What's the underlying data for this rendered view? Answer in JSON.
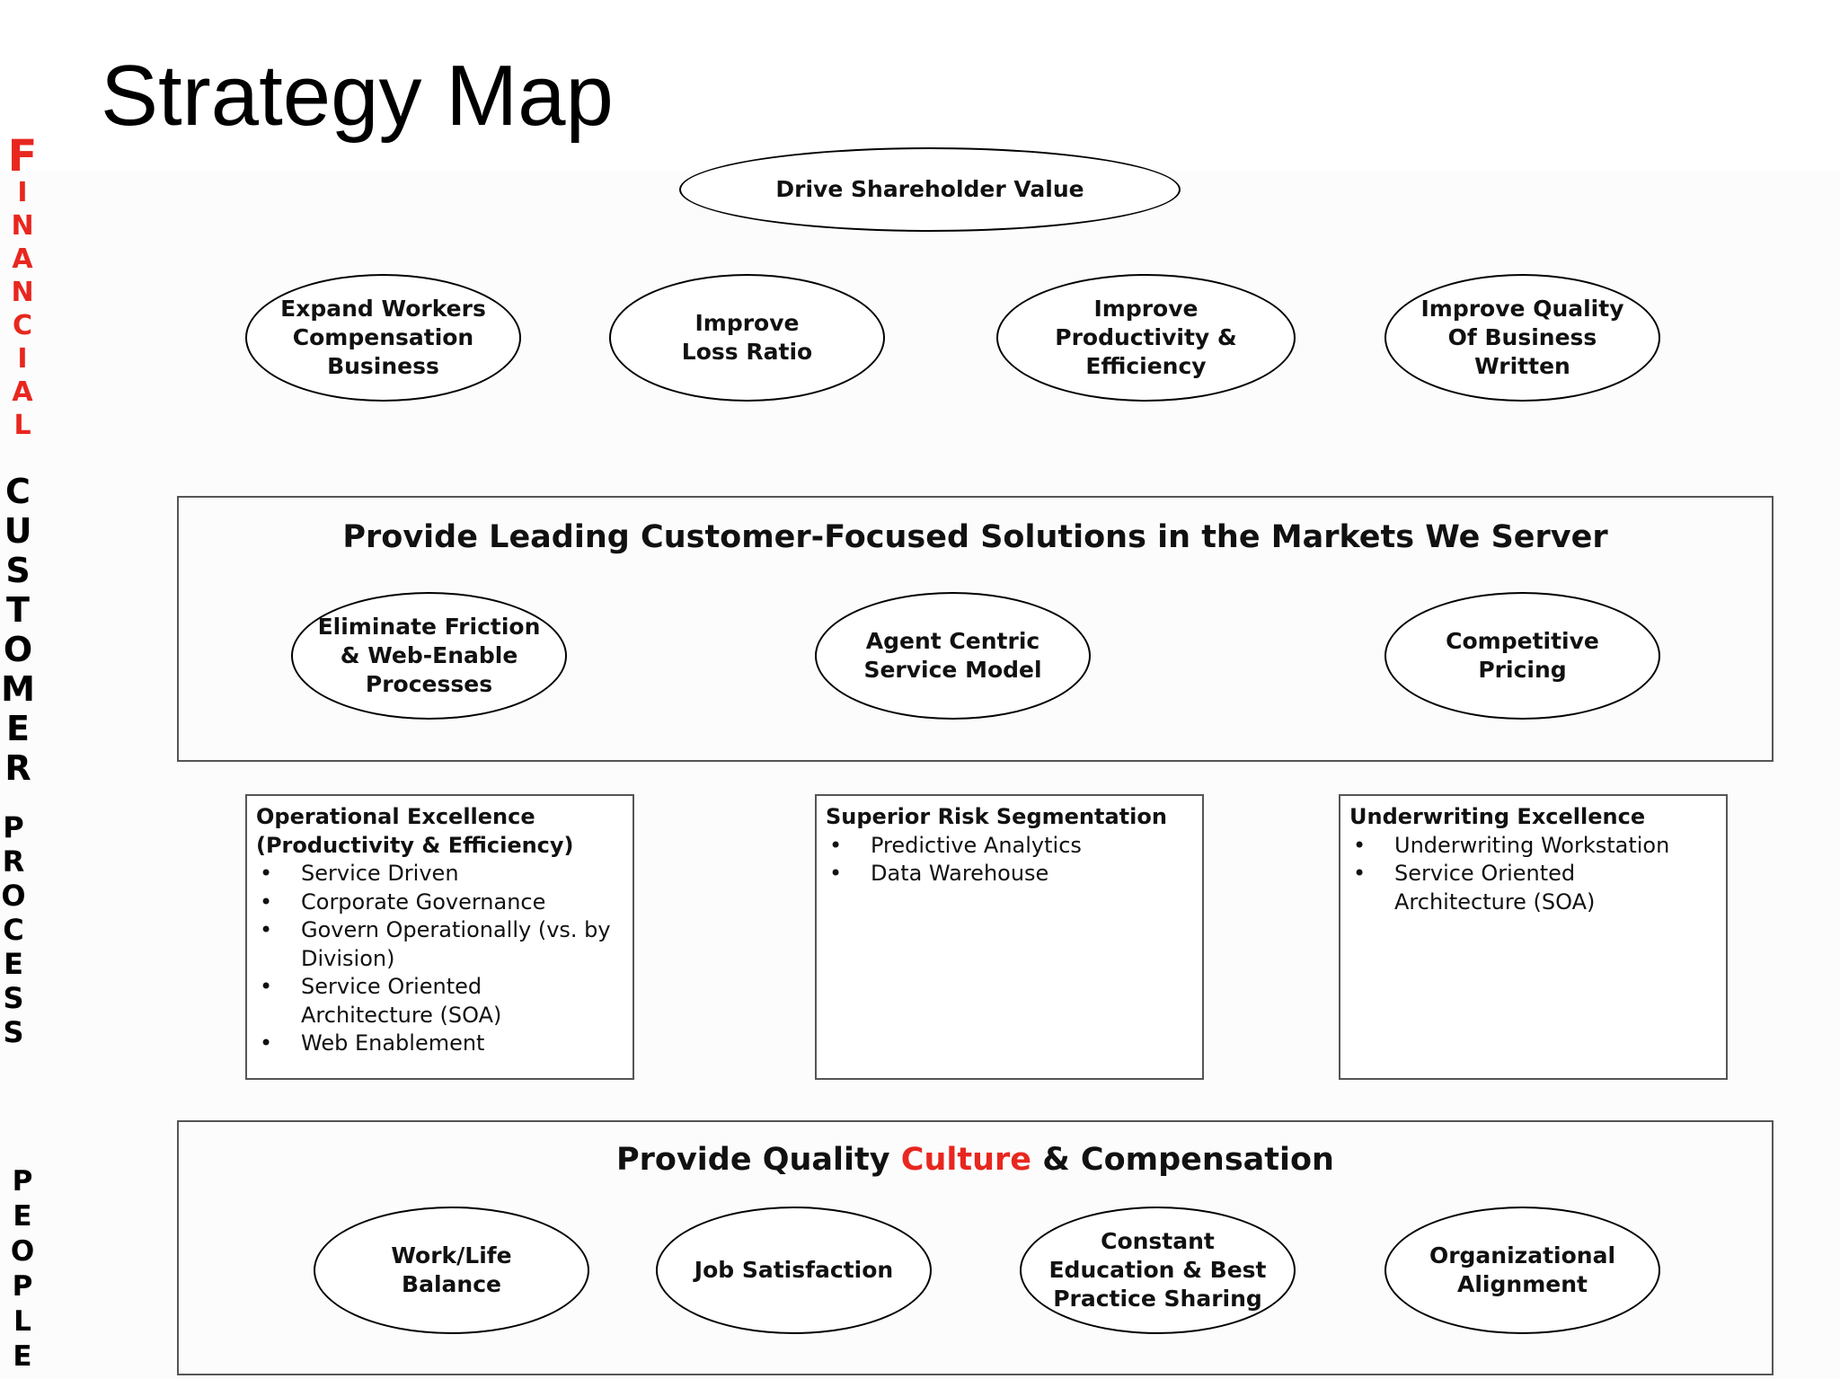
{
  "title": "Strategy Map",
  "sidebar": {
    "financial": [
      "F",
      "I",
      "N",
      "A",
      "N",
      "C",
      "I",
      "A",
      "L"
    ],
    "customer": [
      "C",
      "U",
      "S",
      "T",
      "O",
      "M",
      "E",
      "R"
    ],
    "process": [
      "P",
      "R",
      "O",
      "C",
      "E",
      "S",
      "S"
    ],
    "people": [
      "P",
      "E",
      "O",
      "P",
      "L",
      "E"
    ]
  },
  "financial": {
    "top": "Drive Shareholder Value",
    "objectives": [
      "Expand Workers\nCompensation\nBusiness",
      "Improve\nLoss Ratio",
      "Improve\nProductivity &\nEfficiency",
      "Improve Quality\nOf Business\nWritten"
    ]
  },
  "customer": {
    "heading": "Provide Leading Customer-Focused Solutions in the Markets We Server",
    "objectives": [
      "Eliminate Friction\n& Web-Enable\nProcesses",
      "Agent Centric\nService Model",
      "Competitive\nPricing"
    ]
  },
  "process": {
    "boxes": [
      {
        "title": "Operational Excellence\n(Productivity & Efficiency)",
        "items": [
          "Service Driven",
          "Corporate Governance",
          "Govern Operationally (vs. by\nDivision)",
          "Service Oriented\nArchitecture (SOA)",
          "Web Enablement"
        ]
      },
      {
        "title": "Superior Risk Segmentation",
        "items": [
          "Predictive Analytics",
          "Data Warehouse"
        ]
      },
      {
        "title": "Underwriting Excellence",
        "items": [
          "Underwriting Workstation",
          "Service Oriented\nArchitecture (SOA)"
        ]
      }
    ]
  },
  "people": {
    "heading_before": "Provide Quality ",
    "heading_accent": "Culture",
    "heading_after": " & Compensation",
    "objectives": [
      "Work/Life\nBalance",
      "Job Satisfaction",
      "Constant\nEducation & Best\nPractice Sharing",
      "Organizational\nAlignment"
    ]
  },
  "colors": {
    "accent": "#e8271f",
    "border": "#555555"
  }
}
